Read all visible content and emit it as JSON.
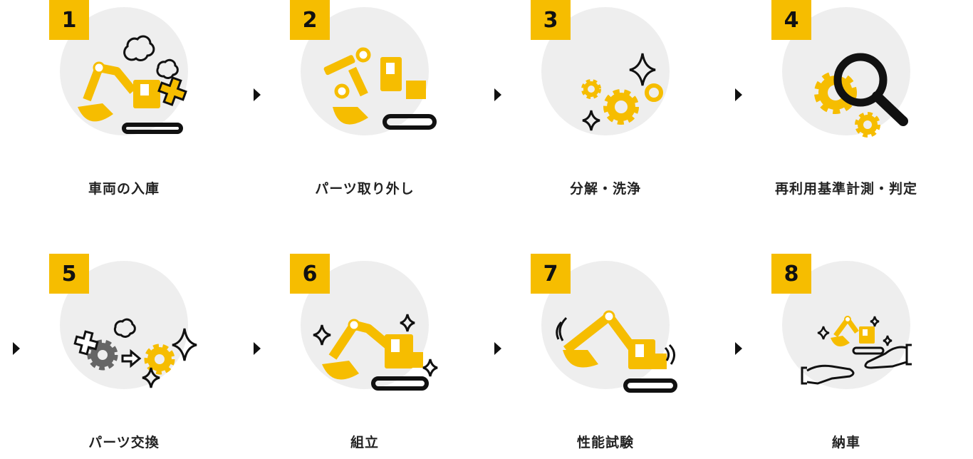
{
  "steps": [
    {
      "number": "1",
      "label": "車両の入庫"
    },
    {
      "number": "2",
      "label": "パーツ取り外し"
    },
    {
      "number": "3",
      "label": "分解・洗浄"
    },
    {
      "number": "4",
      "label": "再利用基準計測・判定"
    },
    {
      "number": "5",
      "label": "パーツ交換"
    },
    {
      "number": "6",
      "label": "組立"
    },
    {
      "number": "7",
      "label": "性能試験"
    },
    {
      "number": "8",
      "label": "納車"
    }
  ],
  "colors": {
    "accent": "#f6bd00",
    "circle": "#eeeeee",
    "ink": "#111111",
    "gear_gray": "#666666"
  },
  "icons": [
    "excavator-dirty-icon",
    "parts-removal-icon",
    "gears-cleaning-icon",
    "magnifier-inspection-icon",
    "parts-exchange-icon",
    "excavator-assembly-icon",
    "excavator-testing-icon",
    "delivery-hands-icon"
  ]
}
